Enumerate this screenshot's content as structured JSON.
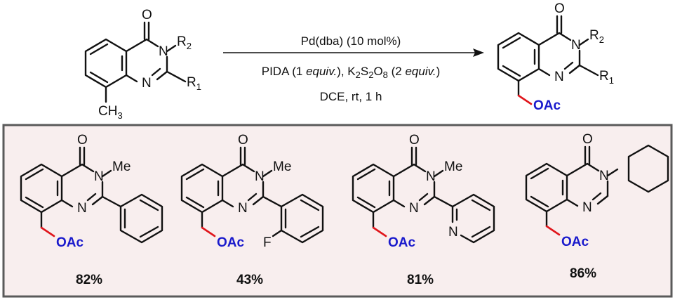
{
  "reaction": {
    "conditions": {
      "line1": "Pd(dba) (10 mol%)",
      "line2_pida": "PIDA (1 ",
      "line2_equiv": "equiv.",
      "line2_mid": "), K",
      "line2_s": "S",
      "line2_o": "O",
      "line2_two": "2",
      "line2_eight": "8",
      "line2_open": " (2 ",
      "line2_close": ")",
      "line3": "DCE, rt, 1 h"
    },
    "reactant": {
      "O": "O",
      "N3": "N",
      "N1": "N",
      "R2": "R",
      "R2_sub": "2",
      "R1": "R",
      "R1_sub": "1",
      "CH": "CH",
      "CH_sub": "3"
    },
    "product": {
      "O": "O",
      "N3": "N",
      "N1": "N",
      "R2": "R",
      "R2_sub": "2",
      "R1": "R",
      "R1_sub": "1",
      "OAc": "OAc"
    }
  },
  "examples": [
    {
      "O": "O",
      "N3": "N",
      "N1": "N",
      "sub": "Me",
      "OAc": "OAc",
      "yield": "82%"
    },
    {
      "O": "O",
      "N3": "N",
      "N1": "N",
      "sub": "Me",
      "F": "F",
      "OAc": "OAc",
      "yield": "43%"
    },
    {
      "O": "O",
      "N3": "N",
      "N1": "N",
      "sub": "Me",
      "Npy": "N",
      "OAc": "OAc",
      "yield": "81%"
    },
    {
      "O": "O",
      "N3": "N",
      "N1": "N",
      "OAc": "OAc",
      "yield": "86%"
    }
  ],
  "colors": {
    "box_fill": "#f8eeee",
    "box_border": "#5a5a5a",
    "oac": "#1a1acc",
    "ch2_bond": "#e0151b"
  }
}
